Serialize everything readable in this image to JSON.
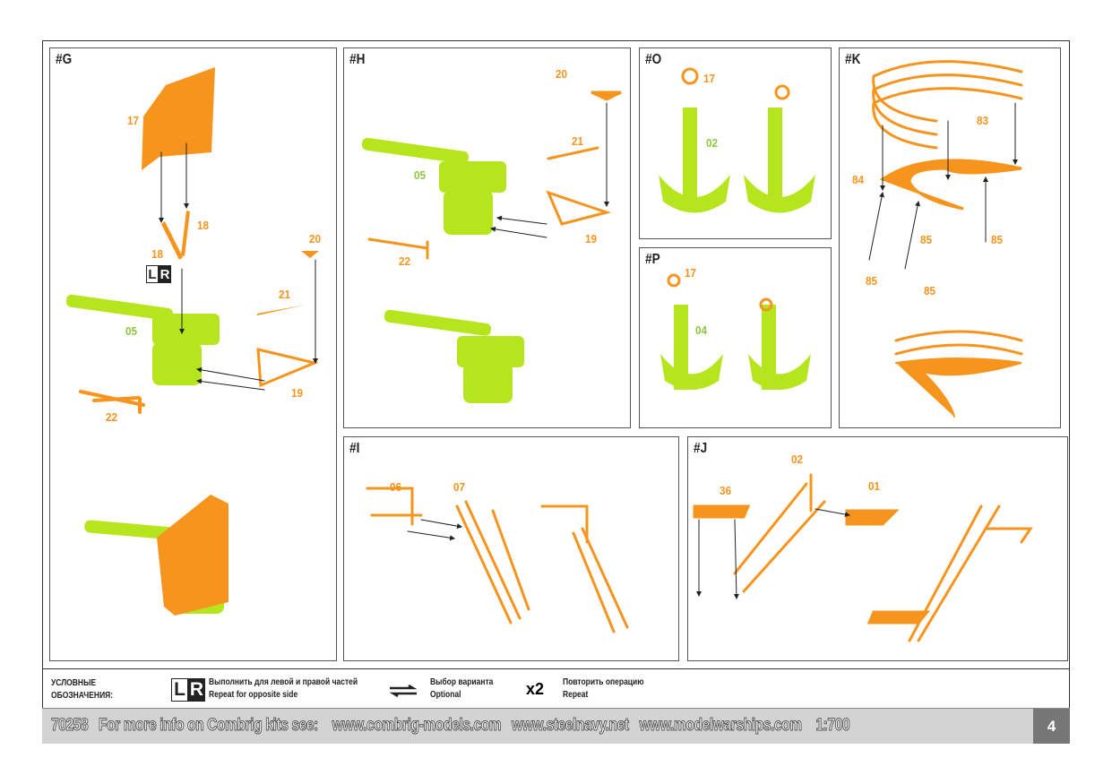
{
  "colors": {
    "orange": "#f7941d",
    "green": "#8dc63f"
  },
  "panels": {
    "G": {
      "title": "#G",
      "labels": [
        "17",
        "18",
        "18",
        "20",
        "21",
        "05",
        "19",
        "22"
      ],
      "lr": [
        "L",
        "R"
      ]
    },
    "H": {
      "title": "#H",
      "labels": [
        "20",
        "21",
        "05",
        "19",
        "22"
      ]
    },
    "O": {
      "title": "#O",
      "labels": [
        "17",
        "02"
      ]
    },
    "P": {
      "title": "#P",
      "labels": [
        "17",
        "04"
      ]
    },
    "K": {
      "title": "#K",
      "labels": [
        "83",
        "84",
        "85",
        "85",
        "85",
        "85"
      ]
    },
    "I": {
      "title": "#I",
      "labels": [
        "06",
        "07"
      ]
    },
    "J": {
      "title": "#J",
      "labels": [
        "02",
        "36",
        "01"
      ]
    }
  },
  "legend": {
    "title": [
      "УСЛОВНЫЕ",
      "ОБОЗНАЧЕНИЯ:"
    ],
    "lr_icon": [
      "L",
      "R"
    ],
    "lr_ru": "Выполнить для левой и правой частей",
    "lr_en": "Repeat for opposite side",
    "opt_ru": "Выбор варианта",
    "opt_en": "Optional",
    "x2": "x2",
    "rep_ru": "Повторить операцию",
    "rep_en": "Repeat"
  },
  "footer": {
    "text": "70258   For more info on Combrig kits see:    www.combrig-models.com   www.steelnavy.net   www.modelwarships.com    1:700",
    "page": "4"
  }
}
